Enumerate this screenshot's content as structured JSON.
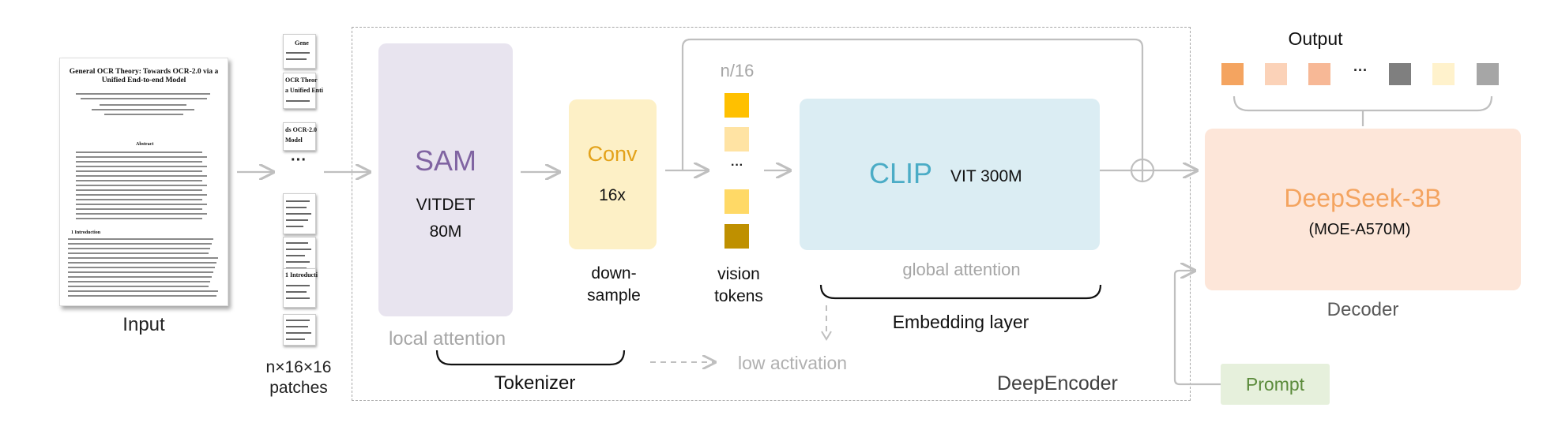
{
  "input": {
    "label": "Input",
    "doc_title": "General OCR Theory: Towards OCR-2.0 via a Unified End-to-end Model",
    "abstract_heading": "Abstract",
    "intro_heading": "1   Introduction"
  },
  "patches": {
    "label_line1": "n×16×16",
    "label_line2": "patches",
    "ellipsis": "···",
    "fragments": [
      "Gene",
      "OCR Theor",
      "a Unified Enti",
      "ds OCR-2.0",
      "Model",
      "1 Introducti"
    ]
  },
  "encoder": {
    "name": "DeepEncoder",
    "sam": {
      "title": "SAM",
      "line1": "VITDET",
      "line2": "80M",
      "note": "local attention"
    },
    "tokenizer_label": "Tokenizer",
    "low_activation": "low activation",
    "conv": {
      "title": "Conv",
      "factor": "16x",
      "below1": "down-",
      "below2": "sample"
    },
    "tokens": {
      "count": "n/16",
      "ellipsis": "···",
      "label1": "vision",
      "label2": "tokens",
      "colors": [
        "#ffc000",
        "#ffe3a3",
        "#ffd966",
        "#bf9000"
      ]
    },
    "clip": {
      "title": "CLIP",
      "subtitle": "VIT 300M",
      "note": "global attention"
    },
    "embedding_label": "Embedding layer"
  },
  "decoder": {
    "title": "DeepSeek-3B",
    "subtitle": "(MOE-A570M)",
    "label": "Decoder"
  },
  "prompt": {
    "label": "Prompt"
  },
  "output": {
    "label": "Output",
    "ellipsis": "···",
    "colors": [
      "#f4a460",
      "#fbd2b8",
      "#f7b896",
      "#7f7f7f",
      "#fff2cc",
      "#a6a6a6"
    ]
  },
  "colors": {
    "sam_text": "#8064a2",
    "conv_text": "#e3a21a",
    "clip_text": "#4bacc6",
    "deepseek_text": "#f4a460",
    "prompt_text": "#5a8a3a",
    "muted_text": "#a6a6a6",
    "arrow": "#bfbfbf"
  }
}
